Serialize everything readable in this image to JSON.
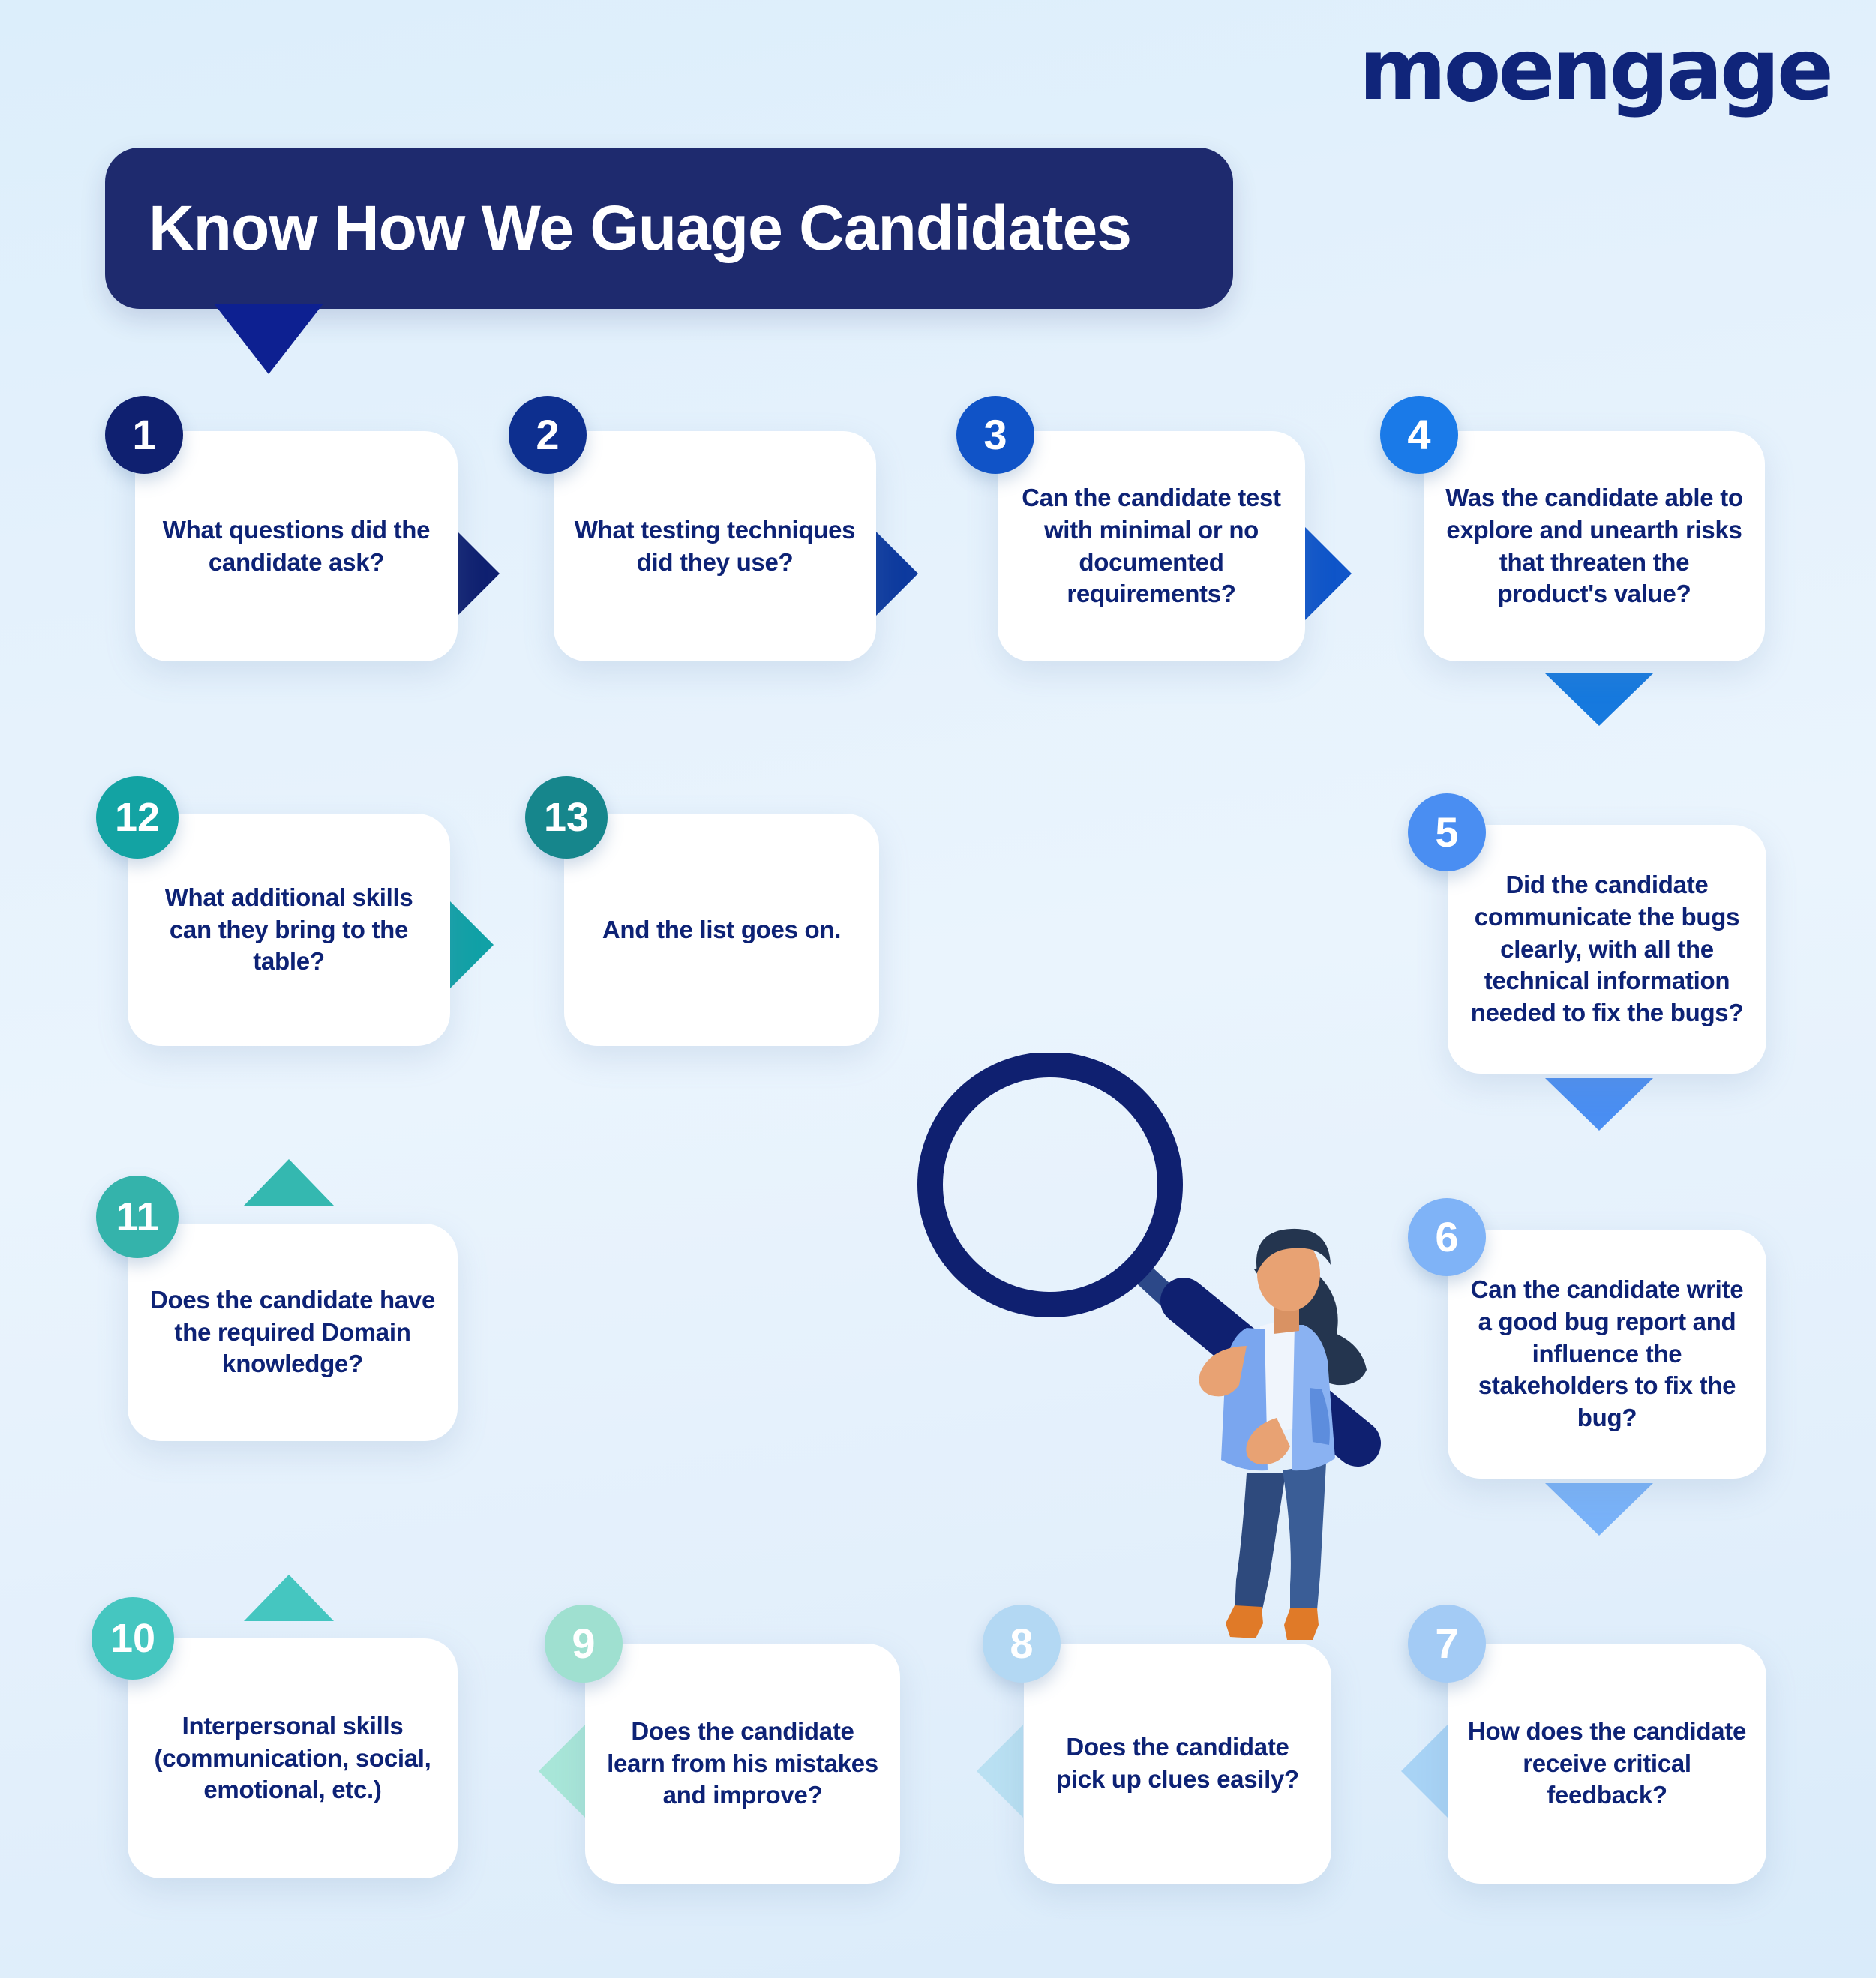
{
  "brand": {
    "logo_text": "moengage",
    "logo_color": "#10257a"
  },
  "header": {
    "title": "Know How We Guage Candidates",
    "banner_color": "#1e2a6e",
    "pointer_color": "#0d2091"
  },
  "illustration": {
    "name": "woman-with-magnifying-glass",
    "magnifier_color": "#0f2070",
    "jacket_color": "#7aa6ef",
    "pants_color": "#2e4a7d",
    "hair_color": "#24354f",
    "skin_color": "#e8a273",
    "shoe_color": "#e07a28"
  },
  "steps": [
    {
      "number": "1",
      "text": "What questions did the candidate ask?",
      "badge_color": "#0f2070"
    },
    {
      "number": "2",
      "text": "What testing techniques did they use?",
      "badge_color": "#0d2f8f"
    },
    {
      "number": "3",
      "text": "Can the candidate test with minimal or no documented requirements?",
      "badge_color": "#1053c7"
    },
    {
      "number": "4",
      "text": "Was the candidate able to explore and unearth risks that threaten the product's value?",
      "badge_color": "#1a7ae8"
    },
    {
      "number": "5",
      "text": "Did the candidate communicate the bugs clearly, with all the technical information needed to fix the bugs?",
      "badge_color": "#4a8ef2"
    },
    {
      "number": "6",
      "text": "Can the candidate write a good bug report and influence the stakeholders to fix the bug?",
      "badge_color": "#7fb3f7"
    },
    {
      "number": "7",
      "text": "How does the candidate receive critical feedback?",
      "badge_color": "#a3cbf5"
    },
    {
      "number": "8",
      "text": "Does the candidate pick up clues easily?",
      "badge_color": "#b3d8f3"
    },
    {
      "number": "9",
      "text": "Does the candidate learn from his mistakes and improve?",
      "badge_color": "#9fe0d0"
    },
    {
      "number": "10",
      "text": "Interpersonal skills (communication, social, emotional, etc.)",
      "badge_color": "#45c6c0"
    },
    {
      "number": "11",
      "text": "Does the candidate have the required Domain knowledge?",
      "badge_color": "#34b3ab"
    },
    {
      "number": "12",
      "text": "What additional skills can they bring to the table?",
      "badge_color": "#13a3a3"
    },
    {
      "number": "13",
      "text": "And the list goes on.",
      "badge_color": "#16868c"
    }
  ],
  "connectors": [
    {
      "name": "arrow-1-to-2",
      "direction": "right",
      "color": "#0f2070"
    },
    {
      "name": "arrow-2-to-3",
      "direction": "right",
      "color": "#0d3a9e"
    },
    {
      "name": "arrow-3-to-4",
      "direction": "right",
      "color": "#0f55c9"
    },
    {
      "name": "arrow-4-to-5",
      "direction": "down",
      "color": "#1679de"
    },
    {
      "name": "arrow-5-to-6",
      "direction": "down",
      "color": "#4a8ef2"
    },
    {
      "name": "arrow-6-to-7",
      "direction": "down",
      "color": "#79b2f8"
    },
    {
      "name": "arrow-7-to-8",
      "direction": "left",
      "color": "#a8d3f5"
    },
    {
      "name": "arrow-8-to-9",
      "direction": "left",
      "color": "#b9e0f2"
    },
    {
      "name": "arrow-9-to-10",
      "direction": "left",
      "color": "#a8e6d8"
    },
    {
      "name": "arrow-10-to-11",
      "direction": "up",
      "color": "#45c6c0"
    },
    {
      "name": "arrow-11-to-12",
      "direction": "up",
      "color": "#34b8b0"
    },
    {
      "name": "arrow-12-to-13",
      "direction": "right",
      "color": "#11a1a6"
    }
  ],
  "palette": {
    "background_top": "#dceefb",
    "background_bottom": "#d9ebfa",
    "card_background": "#ffffff",
    "card_text": "#0d2275"
  }
}
